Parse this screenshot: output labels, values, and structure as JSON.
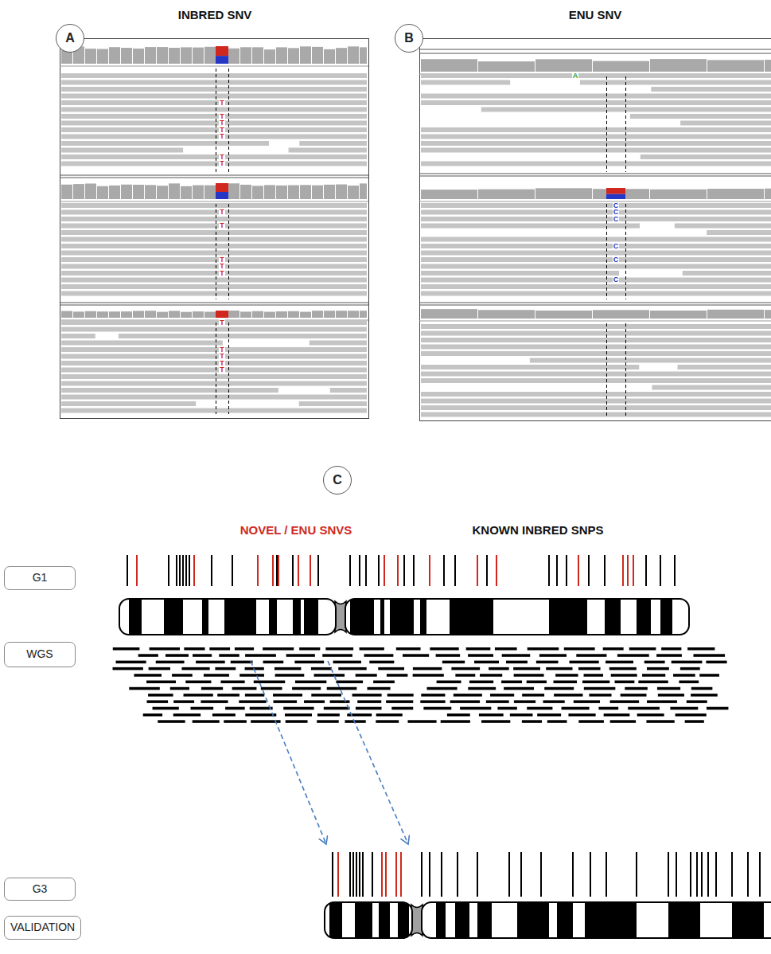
{
  "diagram": {
    "nodes": [
      {
        "text": [
          "A"
        ]
      },
      {
        "text": [
          "B"
        ]
      },
      {
        "text": [
          "C"
        ]
      },
      {
        "text": [
          "G1"
        ]
      },
      {
        "text": [
          "WGS"
        ]
      },
      {
        "text": [
          "G3"
        ]
      },
      {
        "text": [
          "VALIDATION"
        ]
      }
    ],
    "labels": [
      "INBRED SNV",
      "ENU SNV",
      "T",
      "T",
      "T",
      "T",
      "T",
      "T",
      "T",
      "T",
      "T",
      "T",
      "T",
      "T",
      "T",
      "T",
      "T",
      "T",
      "T",
      "A",
      "C",
      "C",
      "C",
      "C",
      "C",
      "C",
      "NOVEL / ENU SNVS",
      "KNOWN INBRED SNPS"
    ]
  }
}
